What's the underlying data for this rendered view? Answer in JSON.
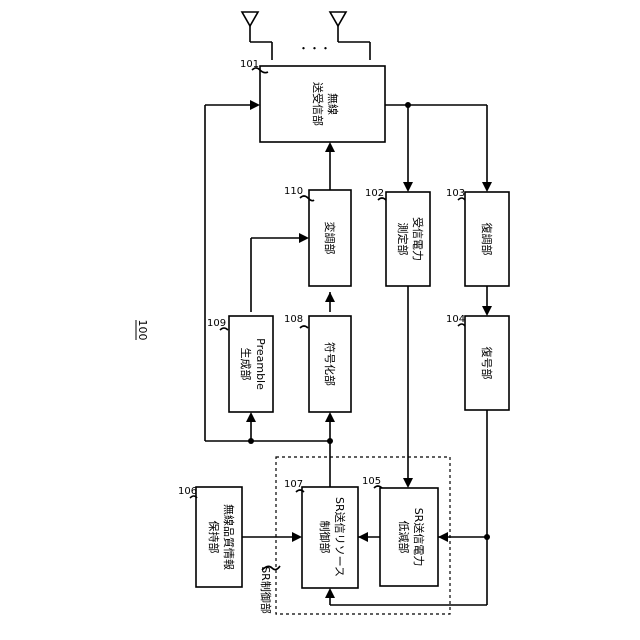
{
  "figure_number": "100",
  "antenna_ellipsis": "・・・",
  "blocks": {
    "b101": {
      "ref": "101",
      "lines": [
        "無線",
        "送受信部"
      ]
    },
    "b102": {
      "ref": "102",
      "lines": [
        "受信電力",
        "測定部"
      ]
    },
    "b103": {
      "ref": "103",
      "lines": [
        "復調部"
      ]
    },
    "b104": {
      "ref": "104",
      "lines": [
        "復号部"
      ]
    },
    "b105": {
      "ref": "105",
      "lines": [
        "SR送信電力",
        "低減部"
      ]
    },
    "b106": {
      "ref": "106",
      "lines": [
        "無線品質情報",
        "保持部"
      ]
    },
    "b107": {
      "ref": "107",
      "lines": [
        "SR送信リソース",
        "制御部"
      ]
    },
    "b108": {
      "ref": "108",
      "lines": [
        "符号化部"
      ]
    },
    "b109": {
      "ref": "109",
      "lines": [
        "Preamble",
        "生成部"
      ]
    },
    "b110": {
      "ref": "110",
      "lines": [
        "変調部"
      ]
    }
  },
  "sr_control_label": "SR制御部"
}
